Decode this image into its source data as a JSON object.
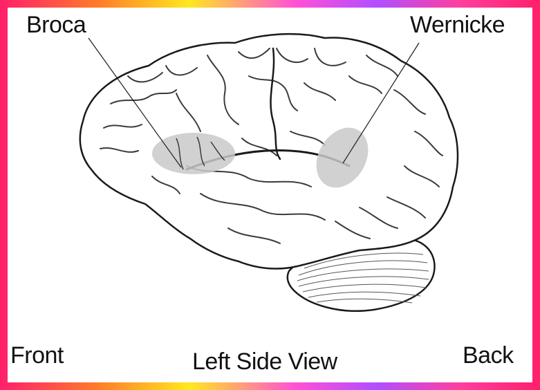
{
  "labels": {
    "broca": "Broca",
    "wernicke": "Wernicke",
    "front": "Front",
    "back": "Back",
    "title": "Left Side View"
  },
  "colors": {
    "outline": "#1a1a1a",
    "region_fill": "#c9c9c9",
    "brain_fill": "#ffffff",
    "sulcus": "#3a3a3a"
  }
}
